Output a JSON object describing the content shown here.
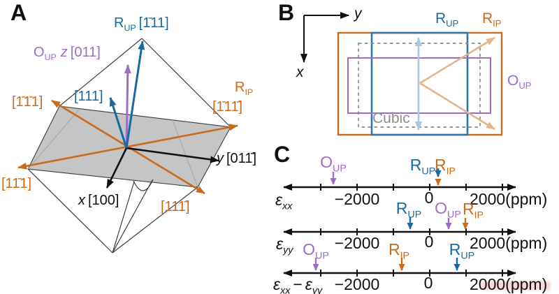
{
  "palette": {
    "blue": "#1769a4",
    "orange": "#c96b1c",
    "purple": "#9d6dc8",
    "pale_blue": "#a9c9de",
    "pale_orange": "#eab287",
    "plane_gray": "#c5c5c5",
    "wireframe_gray": "#3b3b3b",
    "dashed_gray": "#8a8a8a",
    "text_black": "#111111",
    "watermark_pink": "#e97873"
  },
  "panelA": {
    "letter": "A",
    "rup_main": "R",
    "rup_sub": "UP",
    "rup_dir": "[1̄11]",
    "oup_main": "O",
    "oup_sub": "UP",
    "oup_z": "z",
    "oup_dir": "[011]",
    "dir_111": "[111]",
    "rip_main": "R",
    "rip_sub": "IP",
    "rip_dir": "[1̄11̄]",
    "dir_upper_left": "[1̄1̄1]",
    "dir_lower_left": "[11̄1]",
    "dir_lower_right": "[111̄]",
    "x_letter": "x",
    "x_dir": "[100]",
    "y_letter": "y",
    "y_dir": "[011̄]"
  },
  "panelB": {
    "letter": "B",
    "axis_x": "x",
    "axis_y": "y",
    "rup_main": "R",
    "rup_sub": "UP",
    "rip_main": "R",
    "rip_sub": "IP",
    "oup_main": "O",
    "oup_sub": "UP",
    "cubic": "Cubic"
  },
  "panelC": {
    "letter": "C",
    "eps": "ε",
    "sub_xx": "xx",
    "sub_yy": "yy",
    "minus": "−",
    "tick_neg2000": "−2000",
    "tick_zero": "0",
    "tick_pos2000": "2000(ppm)",
    "oup_main": "O",
    "oup_sub": "UP",
    "rup_main": "R",
    "rup_sub": "UP",
    "rip_main": "R",
    "rip_sub": "IP"
  },
  "chart_data": [
    {
      "type": "number_line",
      "axis_label": "ε_xx",
      "unit": "ppm",
      "axis_range": [
        -3300,
        2400
      ],
      "ticks": [
        -3000,
        -2000,
        -1000,
        0,
        1000,
        2000
      ],
      "labeled_ticks": [
        "−2000",
        "0",
        "2000(ppm)"
      ],
      "markers": [
        {
          "label": "O_UP",
          "value": -2600,
          "color": "#9d6dc8"
        },
        {
          "label": "R_UP",
          "value": 200,
          "color": "#1769a4"
        },
        {
          "label": "R_IP",
          "value": 200,
          "color": "#c96b1c"
        }
      ]
    },
    {
      "type": "number_line",
      "axis_label": "ε_yy",
      "unit": "ppm",
      "axis_range": [
        -3300,
        2400
      ],
      "ticks": [
        -3000,
        -2000,
        -1000,
        0,
        1000,
        2000
      ],
      "labeled_ticks": [
        "−2000",
        "0",
        "2000(ppm)"
      ],
      "markers": [
        {
          "label": "R_UP",
          "value": -550,
          "color": "#1769a4"
        },
        {
          "label": "O_UP",
          "value": 500,
          "color": "#9d6dc8"
        },
        {
          "label": "R_IP",
          "value": 1000,
          "color": "#c96b1c"
        }
      ]
    },
    {
      "type": "number_line",
      "axis_label": "ε_xx − ε_yy",
      "unit": "ppm",
      "axis_range": [
        -3300,
        2400
      ],
      "ticks": [
        -3000,
        -2000,
        -1000,
        0,
        1000,
        2000
      ],
      "labeled_ticks": [
        "−2000",
        "0",
        "2000(ppm)"
      ],
      "markers": [
        {
          "label": "O_UP",
          "value": -3100,
          "color": "#9d6dc8"
        },
        {
          "label": "R_IP",
          "value": -750,
          "color": "#c96b1c"
        },
        {
          "label": "R_UP",
          "value": 750,
          "color": "#1769a4"
        }
      ]
    }
  ]
}
